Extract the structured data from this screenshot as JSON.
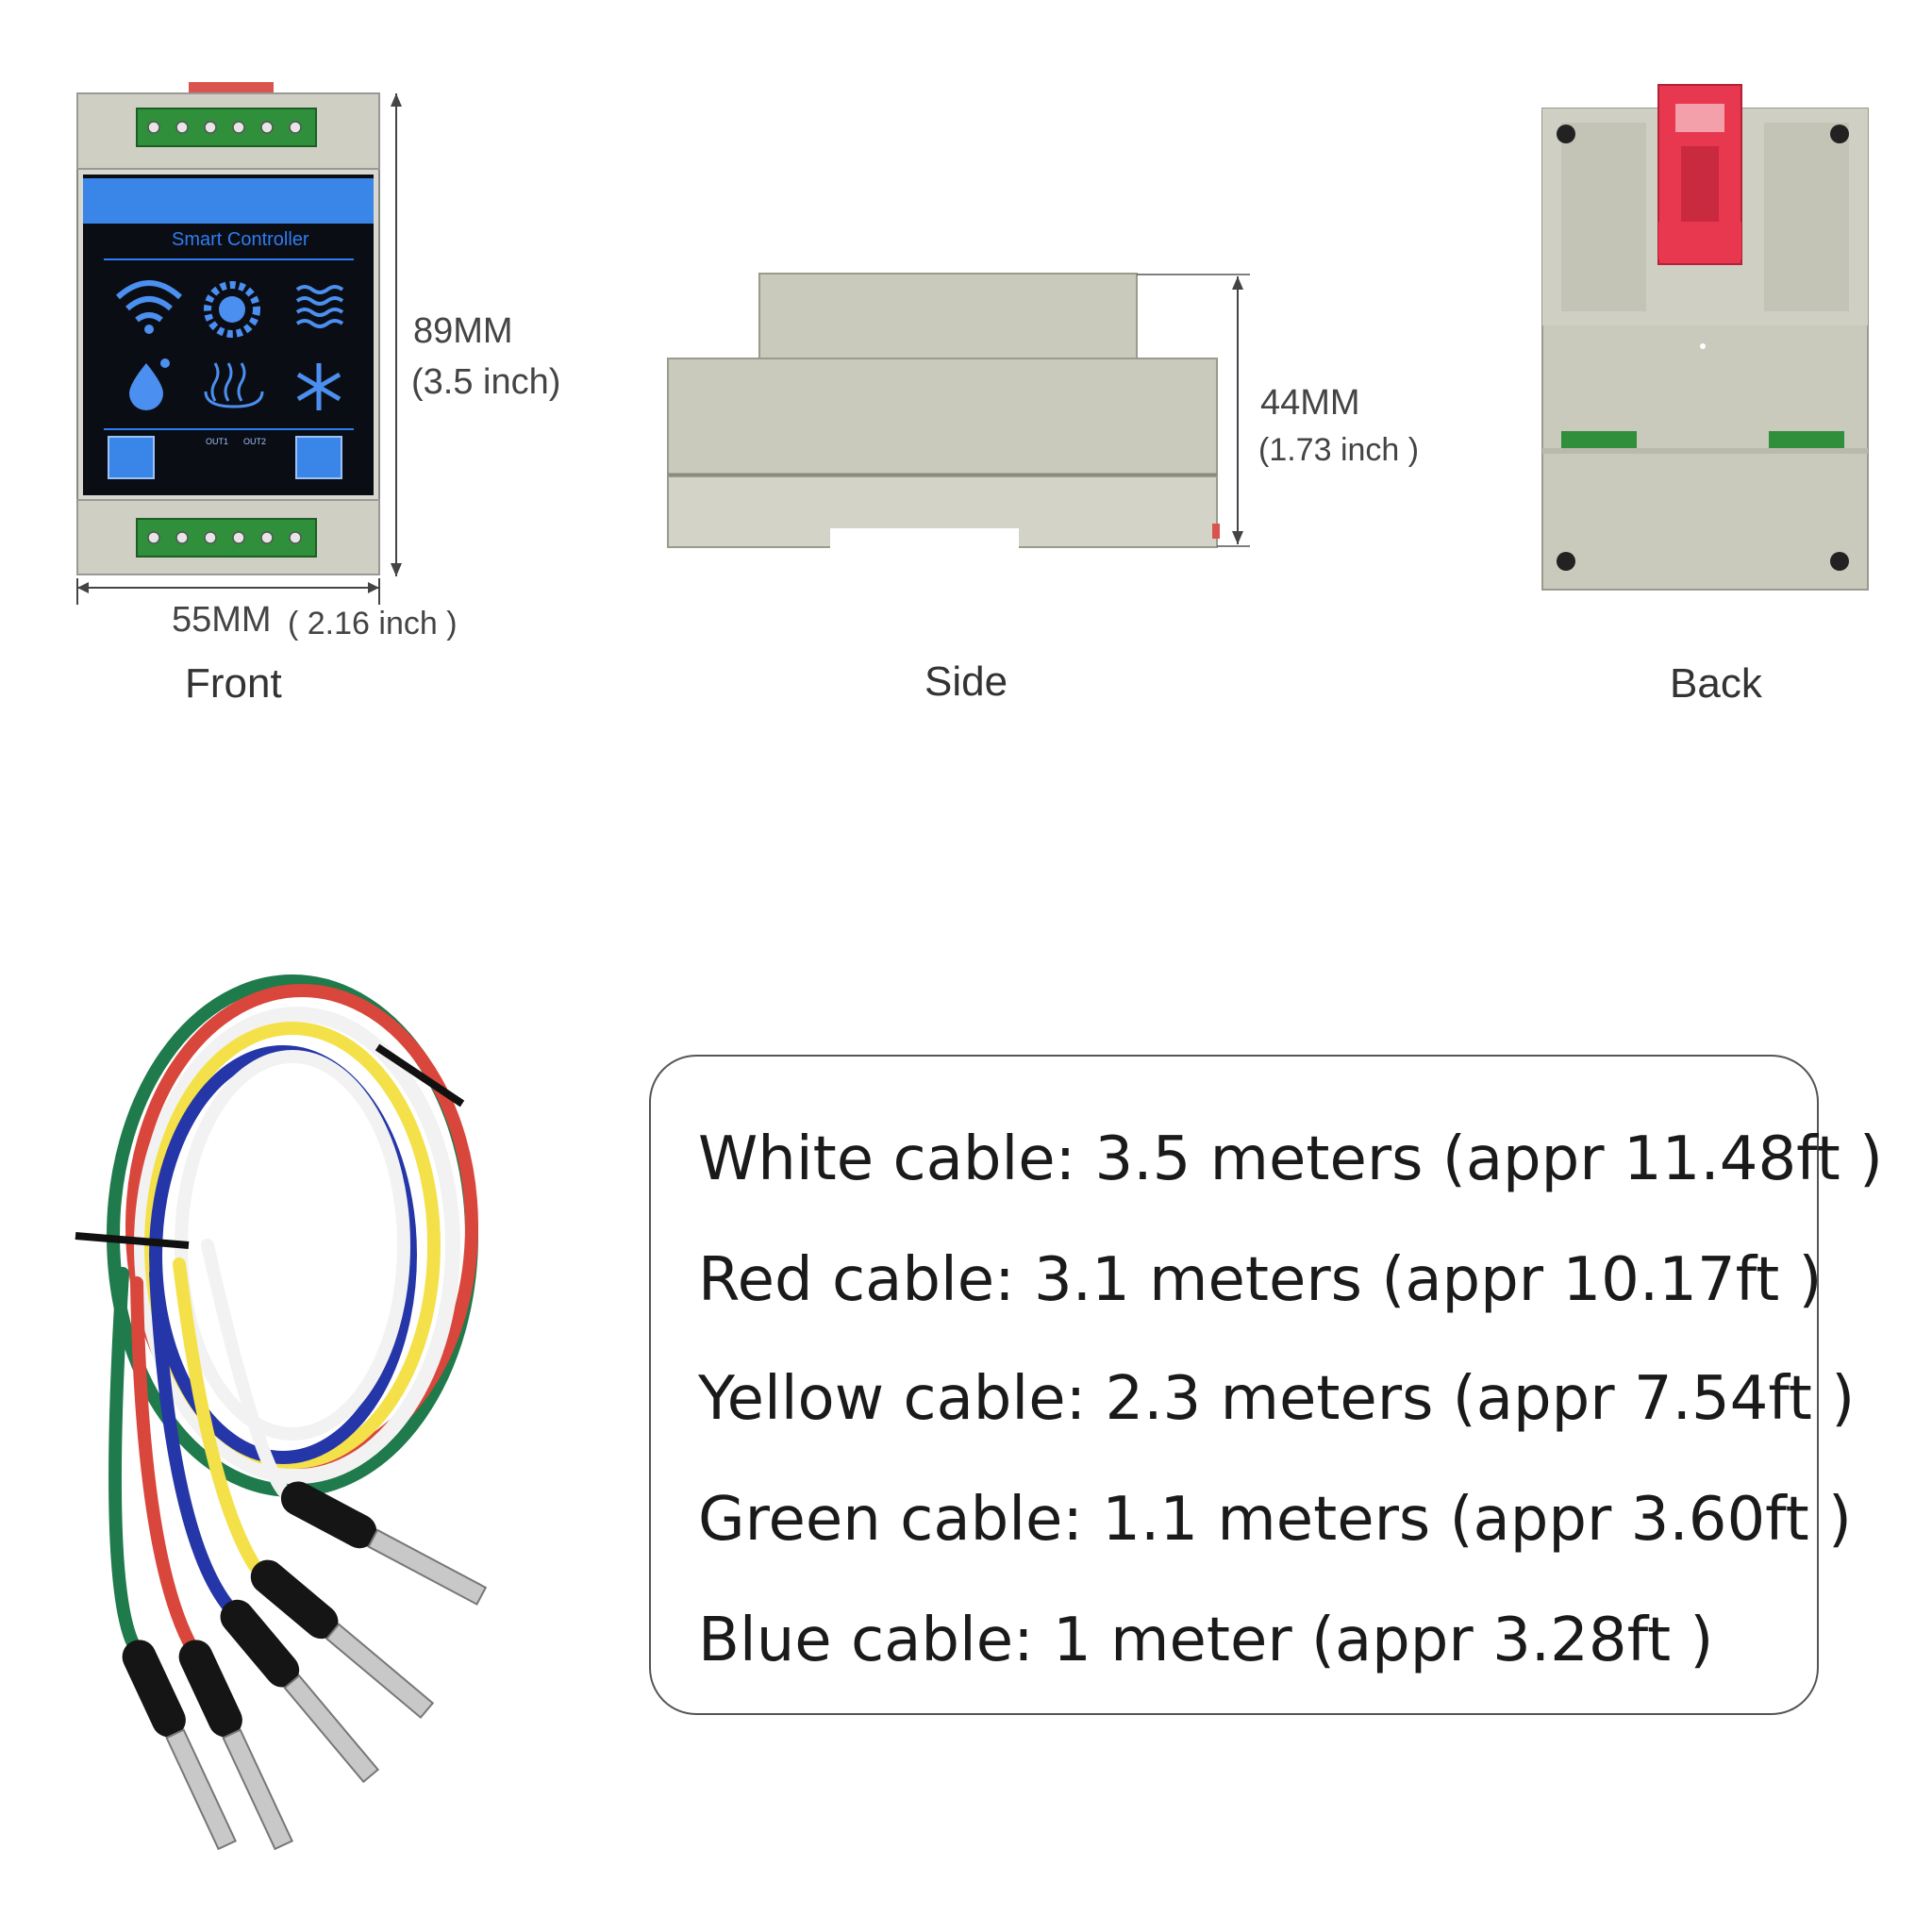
{
  "front": {
    "caption": "Front",
    "height_mm": "89MM",
    "height_inch": "(3.5 inch)",
    "width_mm": "55MM",
    "width_inch": "( 2.16 inch )",
    "screen_title": "Smart Controller",
    "icons": [
      "wifi-icon",
      "gear-icon",
      "water-waves-icon",
      "water-drop-icon",
      "heating-icon",
      "snowflake-icon"
    ],
    "screen_color": "#2e7df0"
  },
  "side": {
    "caption": "Side",
    "height_mm": "44MM",
    "height_inch": "(1.73 inch )"
  },
  "back": {
    "caption": "Back",
    "clip_color": "#e8384f"
  },
  "cables": {
    "colors": [
      "#f2f2f2",
      "#d9463c",
      "#f4e14a",
      "#1f7a4c",
      "#2536a8"
    ],
    "lines": [
      "White cable: 3.5 meters  (appr 11.48ft )",
      "Red cable: 3.1 meters  (appr 10.17ft )",
      "Yellow cable: 2.3 meters  (appr 7.54ft )",
      "Green cable: 1.1 meters  (appr 3.60ft )",
      "Blue cable: 1 meter (appr 3.28ft )"
    ]
  }
}
